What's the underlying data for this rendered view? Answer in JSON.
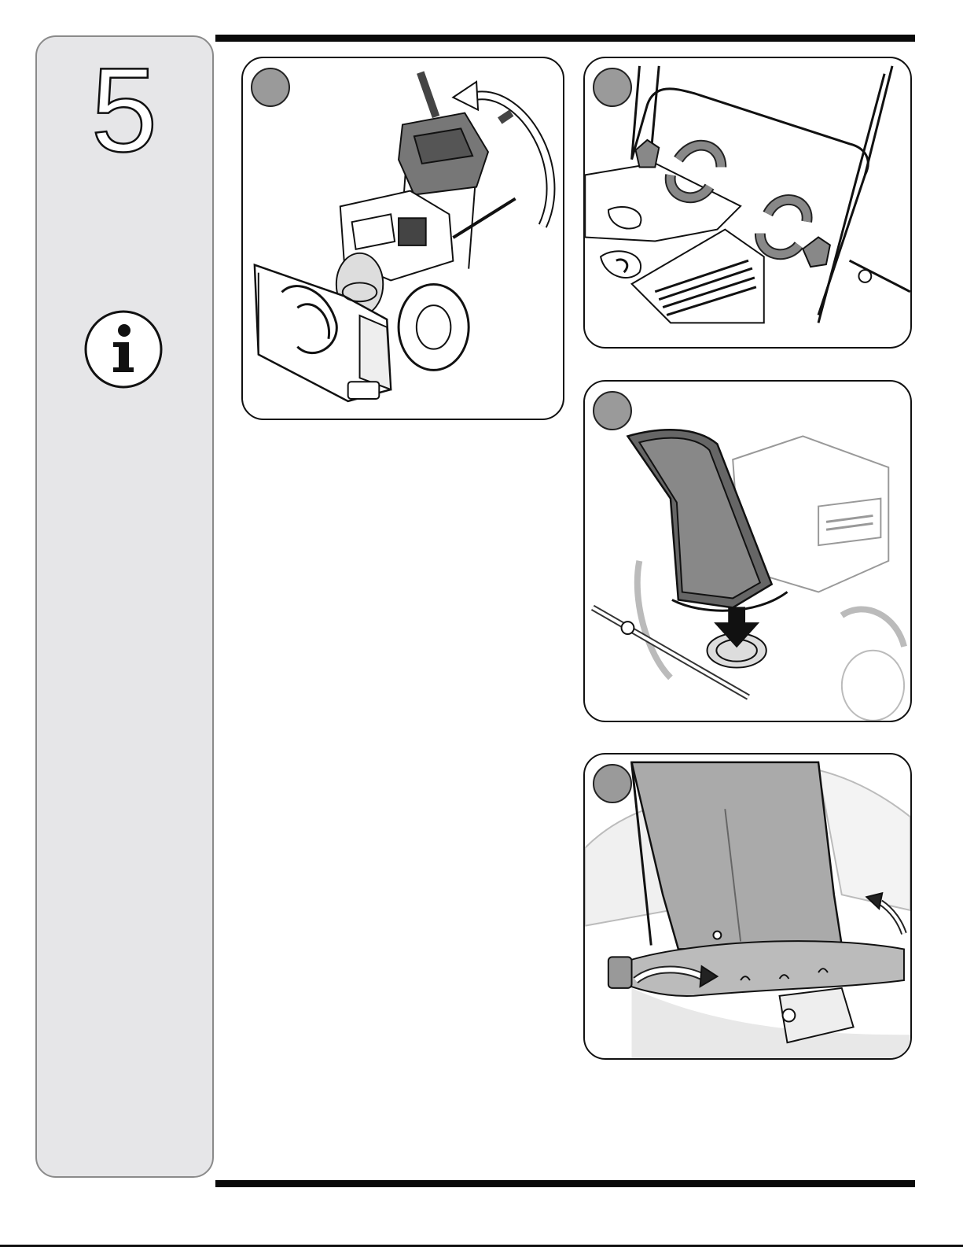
{
  "page": {
    "step_number": "5"
  },
  "icons": {
    "info": "info-icon"
  },
  "colors": {
    "sidebar_bg": "#e6e6e8",
    "badge": "#9a9a9a",
    "rule": "#0a0a0a"
  },
  "illustrations": [
    {
      "name": "snow-blower-handle-fold",
      "badge_label": ""
    },
    {
      "name": "handle-knobs-tighten",
      "badge_label": ""
    },
    {
      "name": "chute-install",
      "badge_label": ""
    },
    {
      "name": "chute-clip-latch",
      "badge_label": ""
    }
  ]
}
